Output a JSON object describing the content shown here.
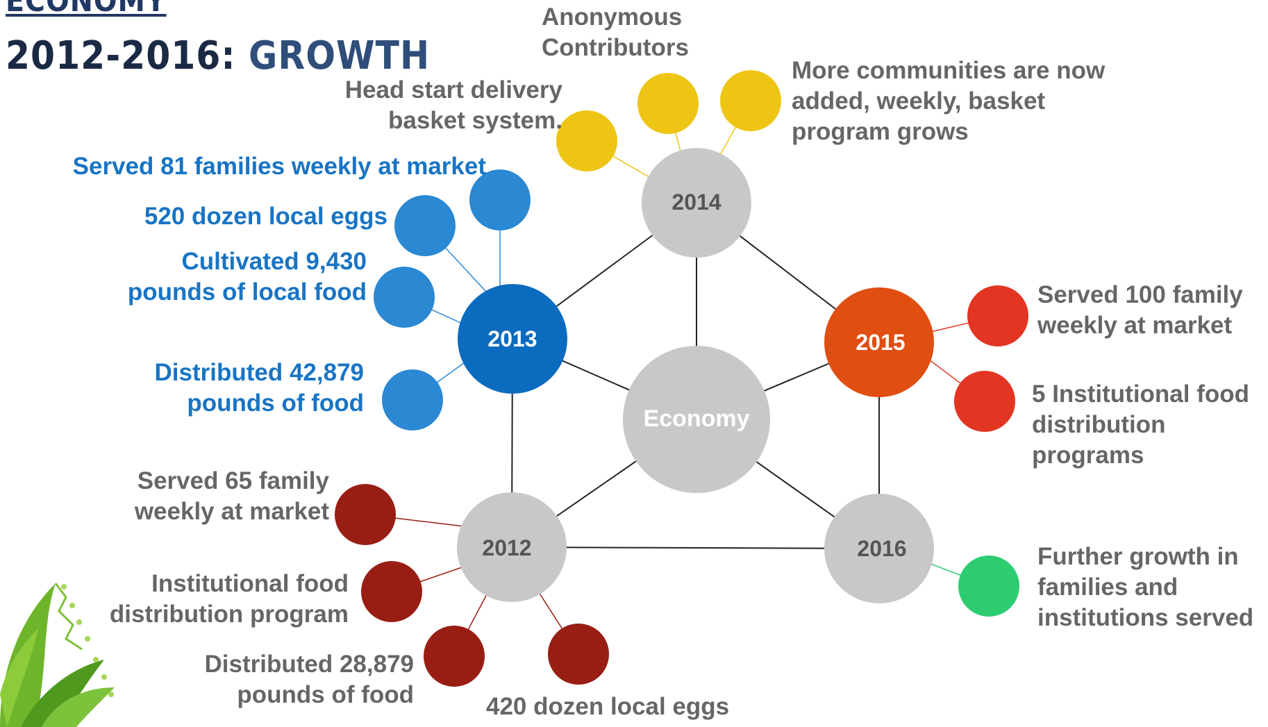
{
  "header": {
    "section": "ECONOMY",
    "range": "2012-2016:",
    "theme": "GROWTH"
  },
  "center": {
    "label": "Economy",
    "color": "#c8c8c8"
  },
  "years": [
    {
      "id": "2012",
      "label": "2012",
      "color": "#c8c8c8",
      "text_color": "#555555"
    },
    {
      "id": "2013",
      "label": "2013",
      "color": "#0b6bbf",
      "text_color": "#ffffff"
    },
    {
      "id": "2014",
      "label": "2014",
      "color": "#c8c8c8",
      "text_color": "#555555"
    },
    {
      "id": "2015",
      "label": "2015",
      "color": "#e04e12",
      "text_color": "#ffffff"
    },
    {
      "id": "2016",
      "label": "2016",
      "color": "#c8c8c8",
      "text_color": "#555555"
    }
  ],
  "leaf_colors": {
    "2012": "#981e14",
    "2013": "#2b88d3",
    "2014": "#eec514",
    "2015": "#e23522",
    "2016": "#2ecc71"
  },
  "annotations": {
    "y2012": [
      "Served 65 family\nweekly at market",
      "Institutional food\ndistribution program",
      "Distributed 28,879\npounds of food",
      "420 dozen local eggs"
    ],
    "y2013": [
      "Served 81 families weekly at market",
      "520 dozen local eggs",
      "Cultivated 9,430\npounds of local food",
      "Distributed 42,879\npounds of food"
    ],
    "y2014": [
      "Head start delivery\nbasket system.",
      "Anonymous\nContributors",
      "More communities are now\nadded, weekly, basket\nprogram grows"
    ],
    "y2015": [
      "Served 100 family\nweekly at market",
      "5 Institutional food\ndistribution\nprograms"
    ],
    "y2016": [
      "Further growth in\nfamilies and\ninstitutions served"
    ]
  }
}
